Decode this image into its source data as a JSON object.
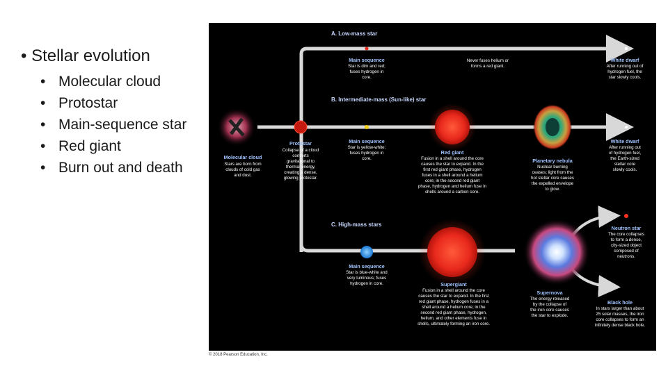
{
  "bullets": {
    "main": "Stellar evolution",
    "items": [
      "Molecular cloud",
      "Protostar",
      "Main-sequence star",
      "Red giant",
      "Burn out and death"
    ]
  },
  "figure": {
    "headings": {
      "low": "A. Low-mass star",
      "intermediate": "B. Intermediate-mass (Sun-like) star",
      "high": "C. High-mass stars"
    },
    "molecular_cloud": {
      "title": "Molecular cloud",
      "lines": [
        "Stars are born from",
        "clouds of cold gas",
        "and dust."
      ]
    },
    "protostar": {
      "title": "Protostar",
      "lines": [
        "Collapse of a cloud",
        "converts",
        "gravitational to",
        "thermal energy,",
        "creating a dense,",
        "glowing protostar."
      ]
    },
    "low": {
      "main_seq": {
        "title": "Main sequence",
        "lines": [
          "Star is dim and red;",
          "fuses hydrogen in",
          "core."
        ]
      },
      "note": {
        "lines": [
          "Never fuses helium or",
          "forms a red giant."
        ]
      },
      "white_dwarf": {
        "title": "White dwarf",
        "lines": [
          "After running out of",
          "hydrogen fuel, the",
          "star slowly cools."
        ]
      }
    },
    "intermediate": {
      "main_seq": {
        "title": "Main sequence",
        "lines": [
          "Star is yellow-white;",
          "fuses hydrogen in",
          "core."
        ]
      },
      "red_giant": {
        "title": "Red giant",
        "lines": [
          "Fusion in a shell around the core",
          "causes the star to expand. In the",
          "first red giant phase, hydrogen",
          "fuses in a shell around a helium",
          "core; in the second red giant",
          "phase, hydrogen and helium fuse in",
          "shells around a carbon core."
        ]
      },
      "nebula": {
        "title": "Planetary nebula",
        "lines": [
          "Nuclear burning",
          "ceases; light from the",
          "hot stellar core causes",
          "the expelled envelope",
          "to glow."
        ]
      },
      "white_dwarf": {
        "title": "White dwarf",
        "lines": [
          "After running out",
          "of hydrogen fuel,",
          "the Earth-sized",
          "stellar core",
          "slowly cools."
        ]
      }
    },
    "high": {
      "main_seq": {
        "title": "Main sequence",
        "lines": [
          "Star is blue-white and",
          "very luminous; fuses",
          "hydrogen in core."
        ]
      },
      "supergiant": {
        "title": "Supergiant",
        "lines": [
          "Fusion in a shell around the core",
          "causes the star to expand. In the first",
          "red giant phase, hydrogen fuses in a",
          "shell around a helium core; in the",
          "second red giant phase, hydrogen,",
          "helium, and other elements fuse in",
          "shells, ultimately forming an iron core."
        ]
      },
      "supernova": {
        "title": "Supernova",
        "lines": [
          "The energy released",
          "by the collapse of",
          "the iron core causes",
          "the star to explode."
        ]
      },
      "neutron_star": {
        "title": "Neutron star",
        "lines": [
          "The core collapses",
          "to form a dense,",
          "city-sized object",
          "composed of",
          "neutrons."
        ]
      },
      "black_hole": {
        "title": "Black hole",
        "lines": [
          "In stars larger than about",
          "25 solar masses, the iron",
          "core collapses to form an",
          "infinitely dense black hole."
        ]
      }
    },
    "credit": "© 2018 Pearson Education, Inc."
  },
  "colors": {
    "arrow": "#d8d8d8",
    "heading": "#c9d9ff",
    "label": "#9fc3ff",
    "red_star": "#e8281c",
    "yellow_star": "#f6d21a",
    "blue_star": "#2a8fe0"
  }
}
